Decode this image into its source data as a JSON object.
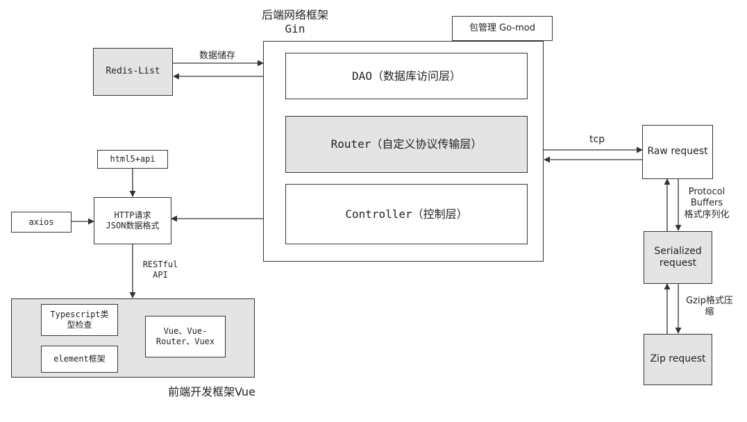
{
  "backend": {
    "title_line1": "后端网络框架",
    "title_line2": "Gin",
    "package_manager": "包管理  Go-mod",
    "dao": "DAO（数据库访问层）",
    "router": "Router（自定义协议传输层）",
    "controller": "Controller（控制层）"
  },
  "redis": {
    "label": "Redis-List",
    "edge_label": "数据储存"
  },
  "http": {
    "label_line1": "HTTP请求",
    "label_line2": "JSON数据格式",
    "html5": "html5+api",
    "axios": "axios",
    "restful_line1": "RESTful",
    "restful_line2": "API"
  },
  "frontend": {
    "title": "前端开发框架Vue",
    "typescript_line1": "Typescript类",
    "typescript_line2": "型检查",
    "element": "element框架",
    "vue_line1": "Vue、Vue-",
    "vue_line2": "Router、Vuex"
  },
  "protocol": {
    "tcp": "tcp",
    "raw": "Raw request",
    "pb_line1": "Protocol",
    "pb_line2": "Buffers",
    "pb_line3": "格式序列化",
    "serialized_line1": "Serialized",
    "serialized_line2": "request",
    "gzip_line1": "Gzip格式压",
    "gzip_line2": "缩",
    "zip": "Zip request"
  }
}
